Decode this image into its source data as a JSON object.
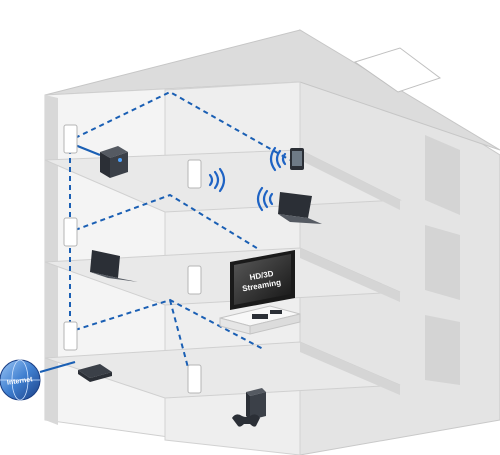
{
  "internet_globe": {
    "label": "Internet"
  },
  "tv": {
    "screen_line1": "HD/3D",
    "screen_line2": "Streaming"
  },
  "colors": {
    "network_line": "#1a5fb4",
    "wifi_wave": "#1e63c4",
    "wall_light": "#f3f3f3",
    "wall_mid": "#e2e2e2",
    "wall_dark": "#cfcfcf",
    "roof": "#d9d9d9",
    "device_dark": "#2b2f36"
  },
  "icons": [
    "globe-icon",
    "powerline-adapter-icon",
    "nas-drive-icon",
    "router-icon",
    "laptop-icon",
    "tv-icon",
    "wifi-icon",
    "smartphone-icon",
    "game-console-icon"
  ]
}
